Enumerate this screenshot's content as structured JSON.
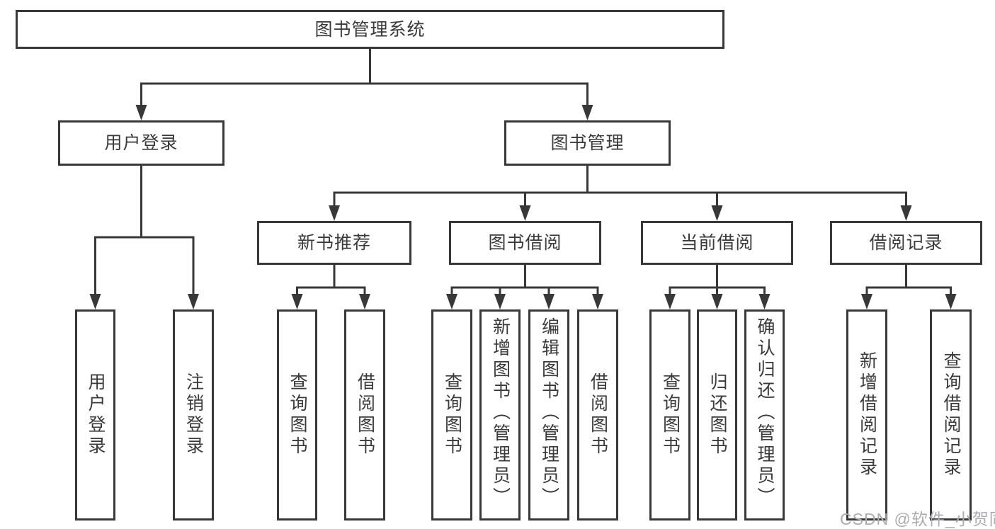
{
  "diagram_title": "图书管理系统",
  "nodes": [
    {
      "id": "root",
      "label": "图书管理系统",
      "parent": null,
      "orientation": "horizontal"
    },
    {
      "id": "user-login",
      "label": "用户登录",
      "parent": "root",
      "orientation": "horizontal"
    },
    {
      "id": "book-mgmt",
      "label": "图书管理",
      "parent": "root",
      "orientation": "horizontal"
    },
    {
      "id": "new-book-rec",
      "label": "新书推荐",
      "parent": "book-mgmt",
      "orientation": "horizontal"
    },
    {
      "id": "book-borrow",
      "label": "图书借阅",
      "parent": "book-mgmt",
      "orientation": "horizontal"
    },
    {
      "id": "current-borrow",
      "label": "当前借阅",
      "parent": "book-mgmt",
      "orientation": "horizontal"
    },
    {
      "id": "borrow-record",
      "label": "借阅记录",
      "parent": "book-mgmt",
      "orientation": "horizontal"
    },
    {
      "id": "leaf-user-login",
      "label": "用户登录",
      "parent": "user-login",
      "orientation": "vertical"
    },
    {
      "id": "leaf-logout",
      "label": "注销登录",
      "parent": "user-login",
      "orientation": "vertical"
    },
    {
      "id": "leaf-query-book-1",
      "label": "查询图书",
      "parent": "new-book-rec",
      "orientation": "vertical"
    },
    {
      "id": "leaf-borrow-book-1",
      "label": "借阅图书",
      "parent": "new-book-rec",
      "orientation": "vertical"
    },
    {
      "id": "leaf-query-book-2",
      "label": "查询图书",
      "parent": "book-borrow",
      "orientation": "vertical"
    },
    {
      "id": "leaf-add-book",
      "label": "新增图书（管理员）",
      "parent": "book-borrow",
      "orientation": "vertical"
    },
    {
      "id": "leaf-edit-book",
      "label": "编辑图书（管理员）",
      "parent": "book-borrow",
      "orientation": "vertical"
    },
    {
      "id": "leaf-borrow-book-2",
      "label": "借阅图书",
      "parent": "book-borrow",
      "orientation": "vertical"
    },
    {
      "id": "leaf-query-book-3",
      "label": "查询图书",
      "parent": "current-borrow",
      "orientation": "vertical"
    },
    {
      "id": "leaf-return-book",
      "label": "归还图书",
      "parent": "current-borrow",
      "orientation": "vertical"
    },
    {
      "id": "leaf-confirm-return",
      "label": "确认归还（管理员）",
      "parent": "current-borrow",
      "orientation": "vertical"
    },
    {
      "id": "leaf-add-borrow-record",
      "label": "新增借阅记录",
      "parent": "borrow-record",
      "orientation": "vertical"
    },
    {
      "id": "leaf-query-borrow-record",
      "label": "查询借阅记录",
      "parent": "borrow-record",
      "orientation": "vertical"
    }
  ],
  "watermark": {
    "text": "CSDN @软件_小贺同学"
  },
  "colors": {
    "line": "#383838",
    "box_border": "#383838",
    "box_bg": "#ffffff",
    "text": "#3a3a3a",
    "watermark": "#acacb0"
  }
}
